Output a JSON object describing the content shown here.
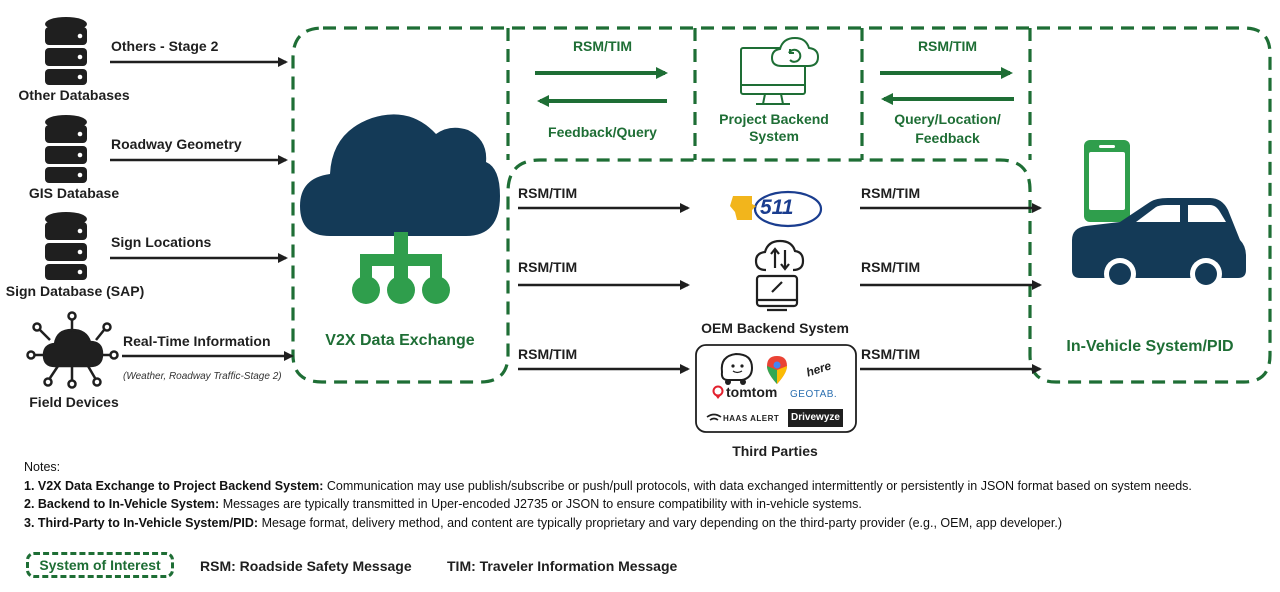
{
  "sources": [
    {
      "name": "Other Databases",
      "flow": "Others - Stage 2"
    },
    {
      "name": "GIS Database",
      "flow": "Roadway Geometry"
    },
    {
      "name": "Sign Database (SAP)",
      "flow": "Sign Locations"
    },
    {
      "name": "Field Devices",
      "flow": "Real-Time Information",
      "flow_note": "(Weather, Roadway Traffic-Stage 2)"
    }
  ],
  "hub": {
    "label": "V2X Data Exchange"
  },
  "project_backend": {
    "label_line1": "Project Backend",
    "label_line2": "System",
    "left_top_flow": "RSM/TIM",
    "left_bottom_flow": "Feedback/Query",
    "right_top_flow": "RSM/TIM",
    "right_bottom_flow_line1": "Query/Location/",
    "right_bottom_flow_line2": "Feedback"
  },
  "middle_rows": [
    {
      "left_flow": "RSM/TIM",
      "right_flow": "RSM/TIM",
      "logo_text": "511"
    },
    {
      "left_flow": "RSM/TIM",
      "right_flow": "RSM/TIM",
      "label": "OEM Backend System"
    },
    {
      "left_flow": "RSM/TIM",
      "right_flow": "RSM/TIM",
      "label": "Third Parties"
    }
  ],
  "third_party_logos": {
    "tomtom": "tomtom",
    "geotab": "GEOTAB.",
    "haas": "HAAS ALERT",
    "drivewyze": "Drivewyze",
    "here": "here"
  },
  "destination": {
    "label": "In-Vehicle System/PID"
  },
  "notes": {
    "title": "Notes:",
    "items": [
      {
        "bold": "1. V2X Data Exchange to Project Backend System:",
        "text": " Communication may use publish/subscribe or push/pull protocols, with data exchanged intermittently or persistently in JSON format based on system needs."
      },
      {
        "bold": "2. Backend to In-Vehicle System:",
        "text": " Messages are typically transmitted in Uper-encoded J2735 or JSON to ensure compatibility with in-vehicle systems."
      },
      {
        "bold": "3. Third-Party to In-Vehicle System/PID:",
        "text": " Mesage format, delivery method, and content are typically proprietary and vary depending on the third-party provider (e.g., OEM, app developer.)"
      }
    ]
  },
  "legend": {
    "system_of_interest": "System of Interest",
    "rsm": "RSM: Roadside Safety Message",
    "tim": "TIM: Traveler Information Message"
  },
  "colors": {
    "green": "#1e6e35",
    "navy": "#143a57",
    "dark": "#1f1f1f"
  }
}
